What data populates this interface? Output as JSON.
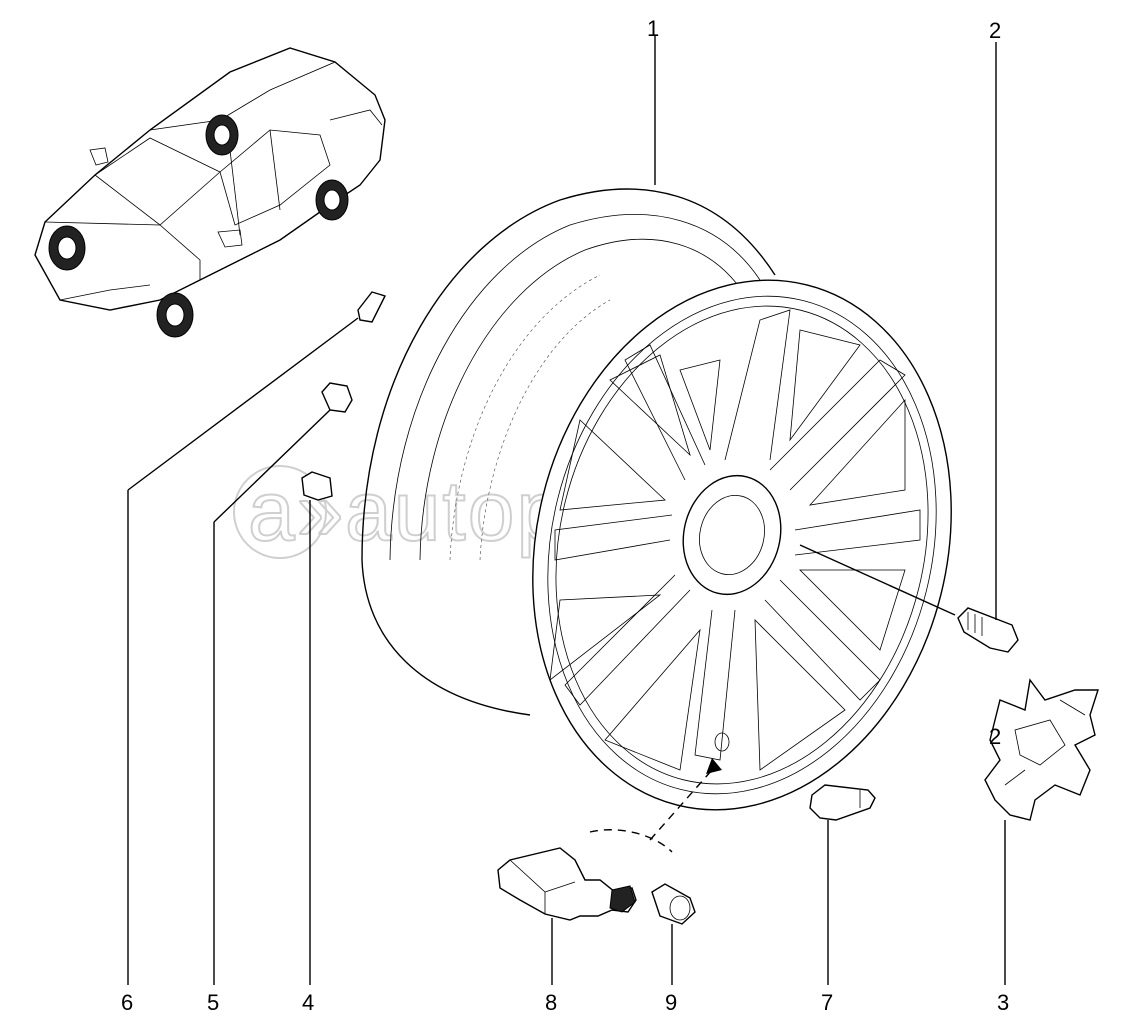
{
  "watermark": {
    "text": "autopiter.ru",
    "mark": "a»"
  },
  "callouts": [
    {
      "id": "1",
      "label": "1"
    },
    {
      "id": "2",
      "label": "2"
    },
    {
      "id": "2b",
      "label": "2"
    },
    {
      "id": "3",
      "label": "3"
    },
    {
      "id": "4",
      "label": "4"
    },
    {
      "id": "5",
      "label": "5"
    },
    {
      "id": "6",
      "label": "6"
    },
    {
      "id": "7",
      "label": "7"
    },
    {
      "id": "8",
      "label": "8"
    },
    {
      "id": "9",
      "label": "9"
    }
  ]
}
